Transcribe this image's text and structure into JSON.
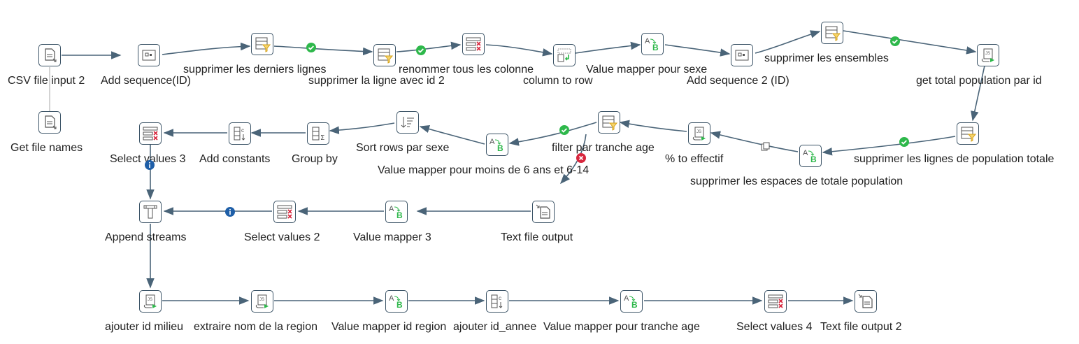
{
  "steps": {
    "csv_input": {
      "label": "CSV file input 2",
      "icon": "file-input-icon"
    },
    "get_file_names": {
      "label": "Get file names",
      "icon": "file-input-icon"
    },
    "add_sequence": {
      "label": "Add sequence(ID)",
      "icon": "sequence-icon"
    },
    "suppr_derniers": {
      "label": "supprimer les derniers lignes",
      "icon": "filter-icon"
    },
    "suppr_ligne_id2": {
      "label": "supprimer la ligne avec id 2",
      "icon": "filter-icon"
    },
    "renommer": {
      "label": "renommer tous les colonne",
      "icon": "select-values-icon"
    },
    "column_to_row": {
      "label": "column to row",
      "icon": "normaliser-icon"
    },
    "vm_sexe": {
      "label": "Value mapper pour sexe",
      "icon": "value-mapper-icon"
    },
    "add_sequence2": {
      "label": "Add sequence 2 (ID)",
      "icon": "sequence-icon"
    },
    "suppr_ensembles": {
      "label": "supprimer les ensembles",
      "icon": "filter-icon"
    },
    "get_total_pop": {
      "label": "get total population par id",
      "icon": "script-icon"
    },
    "suppr_lignes_pop": {
      "label": "supprimer les lignes de population totale",
      "icon": "filter-icon"
    },
    "suppr_espaces": {
      "label": "supprimer les espaces de totale population",
      "icon": "value-mapper-icon"
    },
    "pct_effectif": {
      "label": "% to effectif",
      "icon": "script-icon"
    },
    "filter_tranche": {
      "label": "filter par tranche age",
      "icon": "filter-icon"
    },
    "vm_moins6": {
      "label": "Value mapper pour moins de 6 ans et 6-14",
      "icon": "value-mapper-icon"
    },
    "sort_rows": {
      "label": "Sort rows par sexe",
      "icon": "sort-icon"
    },
    "group_by": {
      "label": "Group by",
      "icon": "group-by-icon"
    },
    "add_constants": {
      "label": "Add constants",
      "icon": "constants-icon"
    },
    "select_values3": {
      "label": "Select values 3",
      "icon": "select-values-icon"
    },
    "append_streams": {
      "label": "Append streams",
      "icon": "append-icon"
    },
    "select_values2": {
      "label": "Select values 2",
      "icon": "select-values-icon"
    },
    "value_mapper3": {
      "label": "Value mapper 3",
      "icon": "value-mapper-icon"
    },
    "text_output": {
      "label": "Text file output",
      "icon": "file-output-icon"
    },
    "ajouter_milieu": {
      "label": "ajouter id milieu",
      "icon": "script-icon"
    },
    "extraire_region": {
      "label": "extraire nom de la region",
      "icon": "script-icon"
    },
    "vm_id_region": {
      "label": "Value mapper id region",
      "icon": "value-mapper-icon"
    },
    "ajouter_annee": {
      "label": "ajouter id_annee",
      "icon": "constants-icon"
    },
    "vm_tranche": {
      "label": "Value mapper pour tranche age",
      "icon": "value-mapper-icon"
    },
    "select_values4": {
      "label": "Select values 4",
      "icon": "select-values-icon"
    },
    "text_output2": {
      "label": "Text file output 2",
      "icon": "file-output-icon"
    }
  },
  "colors": {
    "hop": "#4a6478",
    "hop_disabled": "#c8c8c8",
    "ok_badge": "#2eb84b",
    "error_badge": "#d7263d",
    "info_badge": "#1f5fa8",
    "step_border": "#3b5366"
  }
}
